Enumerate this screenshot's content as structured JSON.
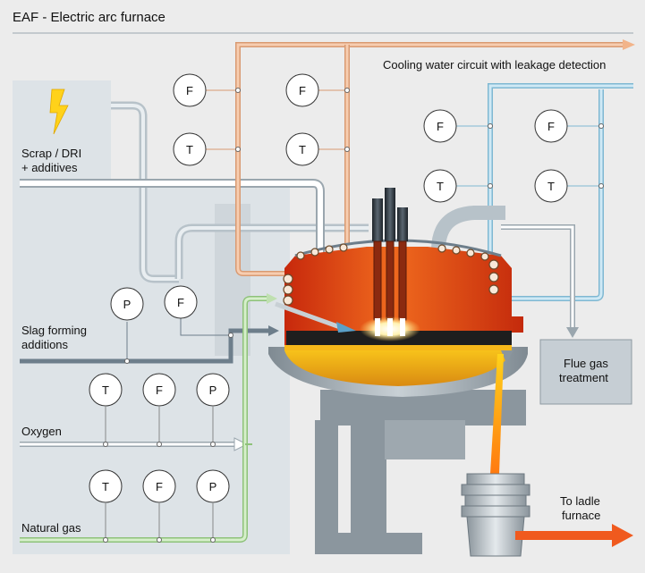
{
  "title": "EAF - Electric arc furnace",
  "labels": {
    "cooling": "Cooling water circuit with leakage detection",
    "scrap_line1": "Scrap / DRI",
    "scrap_line2": "+ additives",
    "slag_line1": "Slag forming",
    "slag_line2": "additions",
    "oxygen": "Oxygen",
    "natural_gas": "Natural gas",
    "flue_line1": "Flue gas",
    "flue_line2": "treatment",
    "ladle_line1": "To ladle",
    "ladle_line2": "furnace"
  },
  "instruments": {
    "cool_left_top_1": "F",
    "cool_left_top_2": "F",
    "cool_left_bot_1": "T",
    "cool_left_bot_2": "T",
    "cool_right_top_1": "F",
    "cool_right_top_2": "F",
    "cool_right_bot_1": "T",
    "cool_right_bot_2": "T",
    "slag_p": "P",
    "slag_f": "F",
    "oxy_t": "T",
    "oxy_f": "F",
    "oxy_p": "P",
    "gas_t": "T",
    "gas_f": "F",
    "gas_p": "P"
  },
  "colors": {
    "cooling_orange": "#f2b48a",
    "cooling_blue": "#a9d6ea",
    "oxygen_green": "#bfe0b0",
    "slag_grey": "#7b8c99",
    "steel_flow": "#ff8c1a",
    "arrow_orange": "#f05a1e",
    "furnace_red": "#e2401b"
  }
}
